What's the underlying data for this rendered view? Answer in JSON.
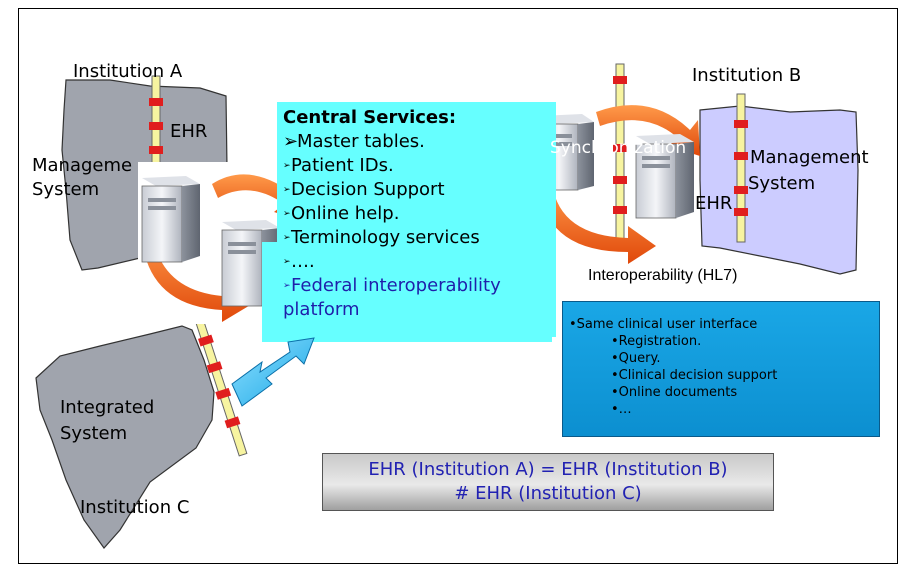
{
  "labels": {
    "institution_a": "Institution A",
    "institution_b": "Institution B",
    "institution_c": "Institution C",
    "ehr_a": "EHR",
    "ehr_b": "EHR",
    "mgmt_a_line1": "Manageme",
    "mgmt_a_line2": "System",
    "mgmt_b_line1": "Management",
    "mgmt_b_line2": "System",
    "integrated_line1": "Integrated",
    "integrated_line2": "System",
    "synchronization": "Synchronization",
    "interoperability": "Interoperability (HL7)"
  },
  "central_services": {
    "title": "Central Services:",
    "items": [
      {
        "bullet": "➢",
        "text": "Master tables."
      },
      {
        "bullet": "➢",
        "text": "Patient IDs."
      },
      {
        "bullet": "➢",
        "text": "Decision Support"
      },
      {
        "bullet": "➢",
        "text": "Online help."
      },
      {
        "bullet": "➢",
        "text": "Terminology services"
      },
      {
        "bullet": "➢",
        "text": "…."
      }
    ],
    "federal_line1": "Federal interoperability",
    "federal_line2": "platform",
    "federal_color": "#1f1faa"
  },
  "ui_box": {
    "title": "Same clinical user interface",
    "items": [
      "Registration.",
      "Query.",
      "Clinical decision support",
      "Online documents",
      "…"
    ]
  },
  "equation": {
    "line1": "EHR (Institution A) = EHR (Institution B)",
    "line2": "# EHR (Institution C)"
  },
  "colors": {
    "institution_shape": "#a0a4ad",
    "institution_b_shape": "#ccccff",
    "central_box": "#66ffff",
    "ehr_bar": "#f7f4a0",
    "ehr_band": "#e01e1e",
    "sync_arrow": "#f06a12",
    "double_arrow": "#33bbff"
  }
}
